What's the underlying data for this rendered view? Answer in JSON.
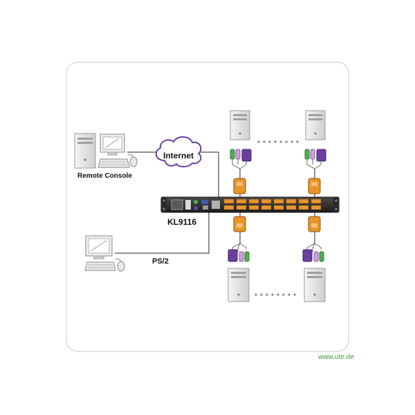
{
  "labels": {
    "remote_console": "Remote Console",
    "internet": "Internet",
    "model": "KL9116",
    "ps2": "PS/2"
  },
  "watermark": "www.ute.de",
  "colors": {
    "frame_border": "#c8c8c8",
    "cable": "#6e6e6e",
    "port_orange": "#e8962a",
    "connector_purple": "#6b3fa0",
    "connector_green": "#4caf50",
    "dots": "#8a8a8a",
    "watermark": "#3a9a3a"
  },
  "icons": {
    "computer": "computer-icon",
    "server": "server-tower-icon",
    "cloud": "cloud-icon",
    "kvm": "kvm-switch-icon",
    "cable_adapter": "kvm-cable-adapter-icon",
    "mouse": "mouse-icon",
    "keyboard": "keyboard-icon"
  }
}
